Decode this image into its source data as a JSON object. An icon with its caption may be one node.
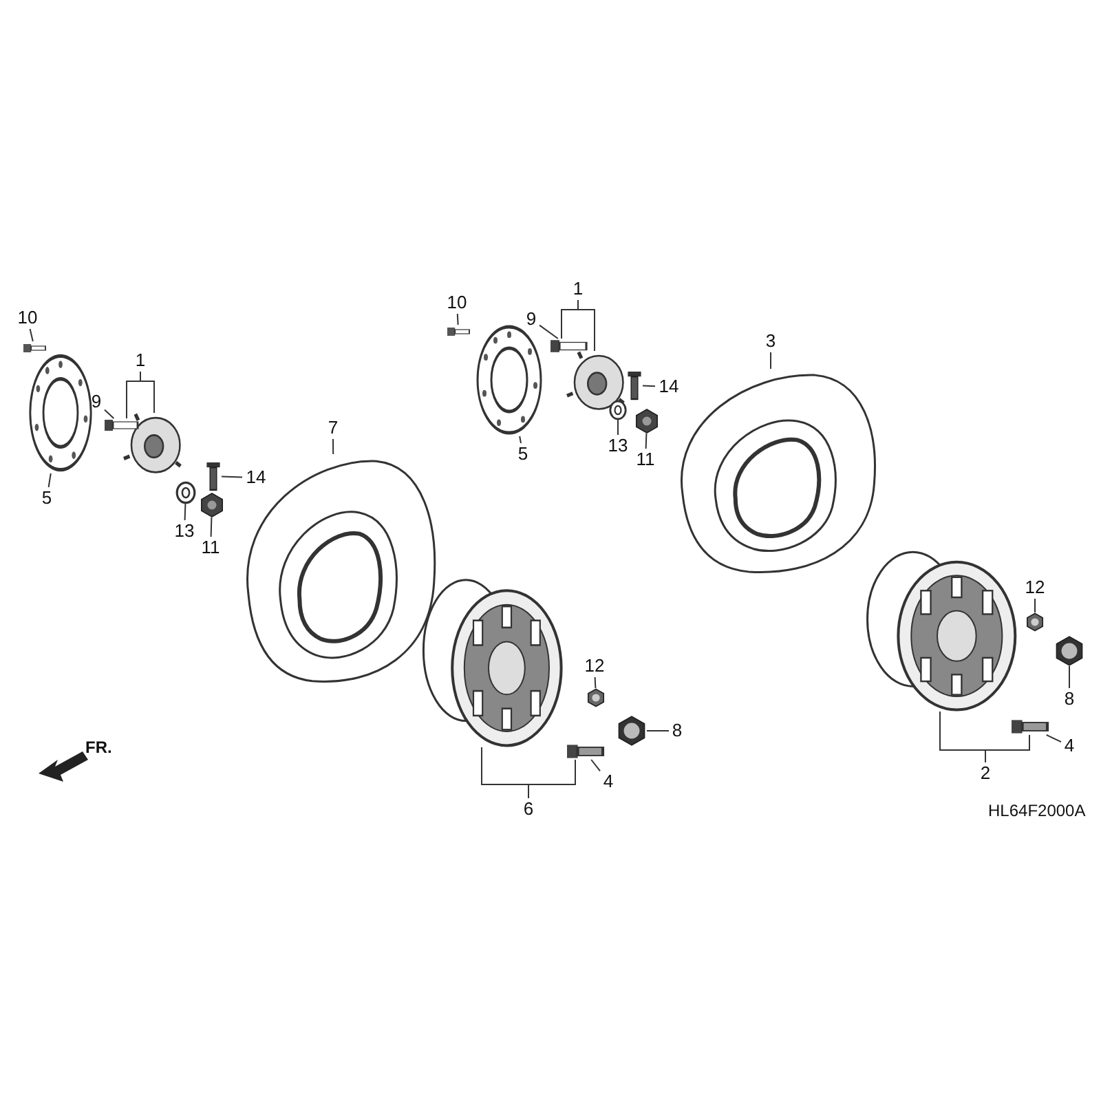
{
  "diagram": {
    "nodes": [
      {
        "text": [
          "10"
        ]
      },
      {
        "text": [],
        "shape": "picture"
      },
      {
        "text": [
          "5"
        ]
      },
      {
        "text": [],
        "shape": "picture"
      },
      {
        "text": [
          "1"
        ]
      },
      {
        "text": [],
        "shape": "picture"
      },
      {
        "text": [
          "9"
        ]
      },
      {
        "text": [],
        "shape": "picture"
      },
      {
        "text": [
          "14"
        ]
      },
      {
        "text": [],
        "shape": "picture"
      },
      {
        "text": [
          "13"
        ]
      },
      {
        "text": [],
        "shape": "picture"
      },
      {
        "text": [
          "11"
        ]
      },
      {
        "text": [],
        "shape": "picture"
      },
      {
        "text": [
          "7"
        ]
      },
      {
        "text": [],
        "shape": "picture"
      },
      {
        "text": [
          "10"
        ]
      },
      {
        "text": [],
        "shape": "picture"
      },
      {
        "text": [
          "5"
        ]
      },
      {
        "text": [],
        "shape": "picture"
      },
      {
        "text": [
          "1"
        ]
      },
      {
        "text": [],
        "shape": "picture"
      },
      {
        "text": [
          "9"
        ]
      },
      {
        "text": [],
        "shape": "picture"
      },
      {
        "text": [
          "14"
        ]
      },
      {
        "text": [],
        "shape": "picture"
      },
      {
        "text": [
          "13"
        ]
      },
      {
        "text": [],
        "shape": "picture"
      },
      {
        "text": [
          "11"
        ]
      },
      {
        "text": [],
        "shape": "picture"
      },
      {
        "text": [
          "3"
        ]
      },
      {
        "text": [],
        "shape": "picture"
      },
      {
        "text": [
          "12"
        ]
      },
      {
        "text": [],
        "shape": "picture"
      },
      {
        "text": [
          "8"
        ]
      },
      {
        "text": [],
        "shape": "picture"
      },
      {
        "text": [
          "6"
        ]
      },
      {
        "text": [],
        "shape": "picture"
      },
      {
        "text": [
          "4"
        ]
      },
      {
        "text": [],
        "shape": "picture"
      },
      {
        "text": [
          "12"
        ]
      },
      {
        "text": [],
        "shape": "picture"
      },
      {
        "text": [
          "4"
        ]
      },
      {
        "text": [],
        "shape": "picture"
      },
      {
        "text": [
          "2"
        ]
      },
      {
        "text": [],
        "shape": "picture"
      },
      {
        "text": [
          "8"
        ]
      },
      {
        "text": [],
        "shape": "picture"
      }
    ],
    "edges": [
      {
        "from": 0,
        "to": 1,
        "arrow": "none"
      },
      {
        "from": 2,
        "to": 3,
        "arrow": "none"
      },
      {
        "from": 4,
        "to": 5,
        "arrow": "none"
      },
      {
        "from": 6,
        "to": 7,
        "arrow": "none"
      },
      {
        "from": 8,
        "to": 9,
        "arrow": "none"
      },
      {
        "from": 10,
        "to": 11,
        "arrow": "none"
      },
      {
        "from": 12,
        "to": 13,
        "arrow": "none"
      },
      {
        "from": 14,
        "to": 15,
        "arrow": "none"
      },
      {
        "from": 16,
        "to": 17,
        "arrow": "none"
      },
      {
        "from": 18,
        "to": 19,
        "arrow": "none"
      },
      {
        "from": 20,
        "to": 21,
        "arrow": "none"
      },
      {
        "from": 22,
        "to": 23,
        "arrow": "none"
      },
      {
        "from": 24,
        "to": 25,
        "arrow": "none"
      },
      {
        "from": 26,
        "to": 27,
        "arrow": "none"
      },
      {
        "from": 28,
        "to": 29,
        "arrow": "none"
      },
      {
        "from": 30,
        "to": 31,
        "arrow": "none"
      },
      {
        "from": 32,
        "to": 33,
        "arrow": "none"
      },
      {
        "from": 34,
        "to": 35,
        "arrow": "none"
      },
      {
        "from": 36,
        "to": 37,
        "arrow": "none"
      },
      {
        "from": 38,
        "to": 39,
        "arrow": "none"
      },
      {
        "from": 40,
        "to": 41,
        "arrow": "none"
      },
      {
        "from": 42,
        "to": 43,
        "arrow": "none"
      },
      {
        "from": 44,
        "to": 45,
        "arrow": "none"
      },
      {
        "from": 46,
        "to": 47,
        "arrow": "none"
      },
      {
        "from": 4,
        "to": 7,
        "arrow": "none"
      },
      {
        "from": 20,
        "to": 23,
        "arrow": "none"
      },
      {
        "from": 36,
        "to": 39,
        "arrow": "none"
      },
      {
        "from": 44,
        "to": 43,
        "arrow": "none"
      }
    ],
    "labels": [
      "FR.",
      "HL64F2000A"
    ]
  }
}
